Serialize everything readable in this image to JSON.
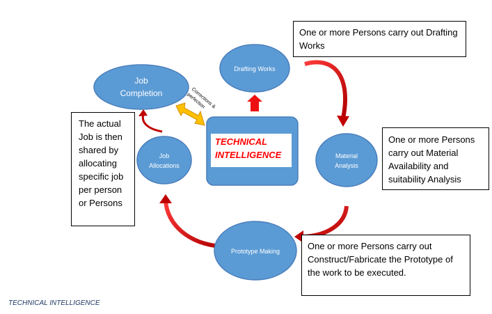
{
  "nodes": {
    "drafting": "Drafting Works",
    "job_completion": "Job Completion",
    "job_allocations": "Job Allocations",
    "material": "Material Analysis",
    "prototype": "Prototype Making"
  },
  "center": {
    "title": "TECHNICAL INTELLIGENCE"
  },
  "feedback_label": "Corrections & perfection",
  "callouts": {
    "drafting": "One or more Persons carry out Drafting Works",
    "material": "One or more Persons carry out Material Availability and suitability Analysis",
    "prototype": "One or more Persons carry out Construct/Fabricate the Prototype of the work to be executed.",
    "allocation": "The actual Job is then shared by allocating specific job per person or Persons"
  },
  "caption": "TECHNICAL INTELLIGENCE",
  "colors": {
    "node_fill": "#5b9bd5",
    "node_border": "#4a7ebb",
    "arrow_red": "#e00000",
    "double_arrow": "#ffc000",
    "title_red": "#ff0000",
    "caption_blue": "#1f3864"
  }
}
